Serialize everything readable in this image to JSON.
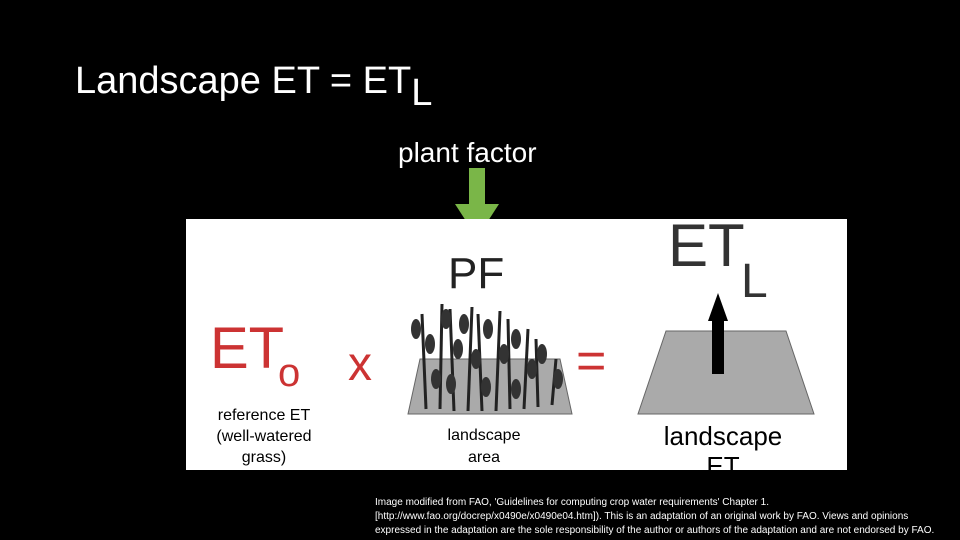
{
  "title": {
    "main": "Landscape ET = ET",
    "sub": "L"
  },
  "pf_label": "plant factor",
  "diagram": {
    "eto": {
      "main": "ET",
      "sub": "o"
    },
    "times": "x",
    "pf": "PF",
    "equals": "=",
    "etl": {
      "main": "ET",
      "sub": "L"
    },
    "reference_label": "reference ET (well-watered grass)",
    "area_label": "landscape area",
    "landscape_label": "landscape ET"
  },
  "colors": {
    "background": "#000000",
    "arrow": "#7ab648",
    "symbols": "#cc3333"
  },
  "credit": "Image modified from FAO, 'Guidelines for computing crop water requirements' Chapter 1. [http://www.fao.org/docrep/x0490e/x0490e04.htm]). This is an adaptation of an original work by FAO. Views and opinions expressed in the adaptation are the sole responsibility of the author or authors of the adaptation and are not endorsed by FAO."
}
